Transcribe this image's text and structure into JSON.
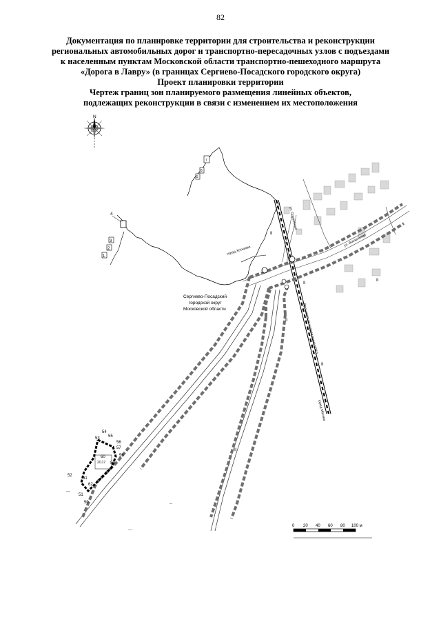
{
  "page_number": "82",
  "title_lines": [
    "Документация по планировке территории для строительства и реконструкции",
    "региональных автомобильных дорог и транспортно-пересадочных узлов с подъездами",
    "к населенным пунктам Московской области транспортно-пешеходного маршрута",
    "«Дорога в Лавру» (в границах Сергиево-Посадского городского округа)",
    "Проект планировки территории",
    "Чертеж границ зон планируемого размещения линейных объектов,",
    "подлежащих реконструкции в связи с изменением их местоположения"
  ],
  "map": {
    "compass_north": "N",
    "district_label": [
      "Сергиево-Посадский",
      "городской округ",
      "Московской области"
    ],
    "road_labels": {
      "to_khotkovo": "город Хотьково",
      "to_moscow": "город Москва",
      "railway": "Ярославское направление МЖД",
      "street_top": "ул. Служебная",
      "street_right": "ул. Вокзальная"
    },
    "zone_marks": [
      "II",
      "II",
      "II",
      "II",
      "II",
      "II"
    ],
    "parcel_label": "2/117",
    "point_numbers": {
      "p1": "1",
      "p2": "2",
      "p3": "3",
      "p4": "4",
      "p5": "5",
      "p6": "6",
      "p7": "7",
      "p50": "50",
      "p51": "51",
      "p52": "52",
      "p53": "53",
      "p54": "54",
      "p55": "55",
      "p56": "56",
      "p57": "57",
      "p58": "58",
      "p59": "59",
      "p60": "60",
      "p61": "61",
      "p62": "62"
    },
    "scale_ticks": [
      "0",
      "20",
      "40",
      "60",
      "80",
      "100 м"
    ]
  },
  "colors": {
    "ink": "#000000",
    "boundary_fill": "#6f6f6f",
    "road": "#4a4a4a",
    "paper": "#ffffff"
  }
}
